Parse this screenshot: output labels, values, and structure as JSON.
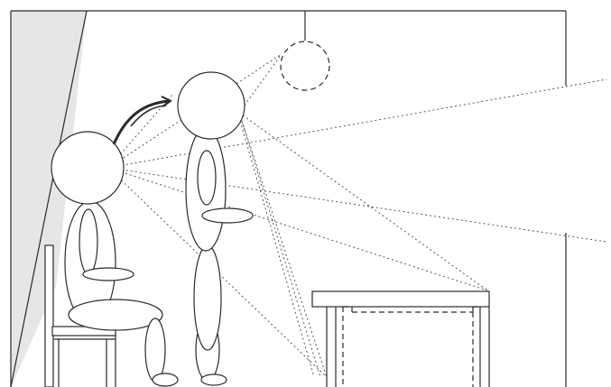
{
  "figure": {
    "type": "line-drawing",
    "colors": {
      "ink": "#2a2a2a",
      "wall_shade": "#e6e6e6",
      "sight_lines": "#555555"
    },
    "elements": {
      "room": "room-outline",
      "wall": "shaded-side-wall",
      "chair": "chair",
      "seated_person": "seated-figure",
      "standing_person": "standing-figure",
      "ghost_head": "dashed-head-outline",
      "arrow": "curved-arrow",
      "table": "table-with-dashed-underside",
      "sight_lines": "dotted-sight-lines"
    }
  }
}
